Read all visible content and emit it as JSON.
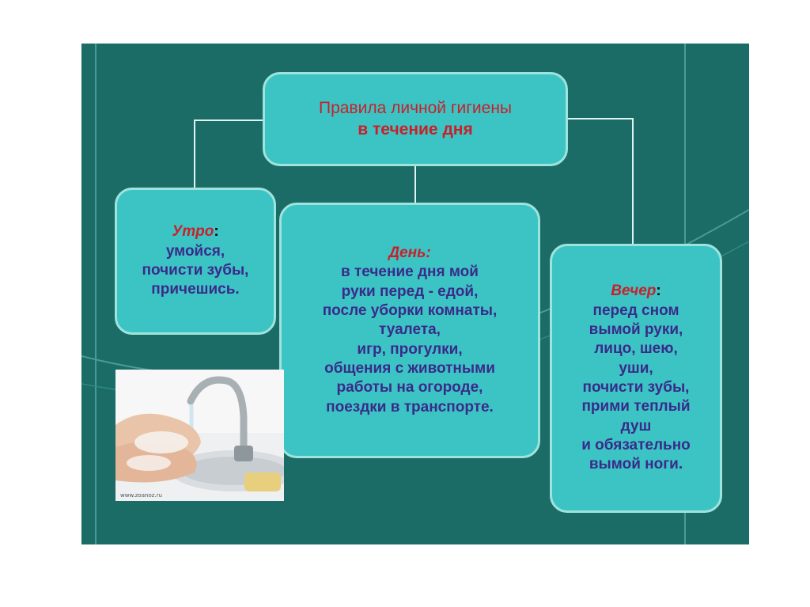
{
  "title": {
    "line1": "Правила личной гигиены",
    "line2": "в течение дня"
  },
  "morning": {
    "heading": "Утро",
    "colon": ":",
    "lines": [
      "умойся,",
      "почисти зубы,",
      "причешись."
    ]
  },
  "day": {
    "heading": "День:",
    "lines": [
      "в течение дня мой",
      "руки перед - едой,",
      "после уборки комнаты,",
      "туалета,",
      "игр, прогулки,",
      "общения с животными",
      "работы на огороде,",
      "поездки в транспорте."
    ]
  },
  "evening": {
    "heading": "Вечер",
    "colon": ":",
    "lines": [
      "перед сном",
      "вымой руки,",
      "лицо, шею,",
      "уши,",
      "почисти зубы,",
      "прими теплый",
      "душ",
      "и обязательно",
      "вымой ноги."
    ]
  },
  "photo": {
    "caption": "www.zoanoz.ru",
    "icon": "handwashing-photo"
  },
  "colors": {
    "slide_background": "#1b6b66",
    "box_fill": "#3cc4c4",
    "box_border": "#9fe3dd",
    "heading_red": "#c8202a",
    "body_purple": "#3a2a8a",
    "connector": "#dff4f2"
  }
}
